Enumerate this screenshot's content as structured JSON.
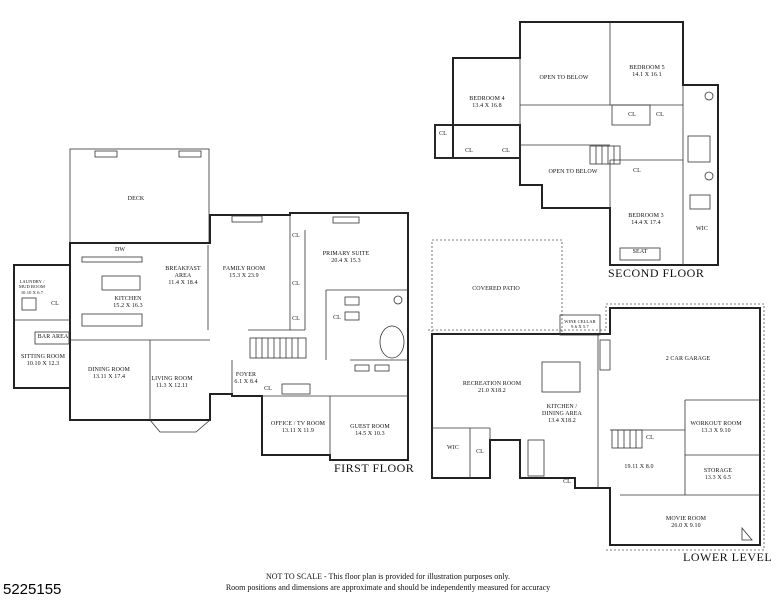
{
  "floors": {
    "first": "FIRST FLOOR",
    "second": "SECOND FLOOR",
    "lower": "LOWER LEVEL"
  },
  "rooms": {
    "deck": {
      "name": "DECK",
      "dim": ""
    },
    "laundry": {
      "name": "LAUNDRY / MUD ROOM",
      "dim": "10.10 X 6.7"
    },
    "bar_area": {
      "name": "BAR AREA",
      "dim": ""
    },
    "sitting": {
      "name": "SITTING ROOM",
      "dim": "10.10 X 12.3"
    },
    "kitchen": {
      "name": "KITCHEN",
      "dim": "15.2 X 16.3"
    },
    "breakfast": {
      "name": "BREAKFAST AREA",
      "dim": "11.4 X 18.4"
    },
    "family": {
      "name": "FAMILY ROOM",
      "dim": "15.3 X 23.9"
    },
    "dining": {
      "name": "DINING ROOM",
      "dim": "13.11 X 17.4"
    },
    "living": {
      "name": "LIVING ROOM",
      "dim": "11.3 X 12.11"
    },
    "foyer": {
      "name": "FOYER",
      "dim": "6.1 X 8.4"
    },
    "primary": {
      "name": "PRIMARY SUITE",
      "dim": "20.4 X 15.3"
    },
    "office": {
      "name": "OFFICE / TV ROOM",
      "dim": "13.11 X 11.9"
    },
    "guest": {
      "name": "GUEST ROOM",
      "dim": "14.5 X 10.3"
    },
    "bedroom4": {
      "name": "BEDROOM 4",
      "dim": "13.4 X 16.8"
    },
    "open_below_1": {
      "name": "OPEN TO BELOW",
      "dim": ""
    },
    "bedroom5": {
      "name": "BEDROOM 5",
      "dim": "14.1 X 16.1"
    },
    "open_below_2": {
      "name": "OPEN TO BELOW",
      "dim": ""
    },
    "bedroom3": {
      "name": "BEDROOM 3",
      "dim": "14.4 X 17.4"
    },
    "seat": {
      "name": "SEAT",
      "dim": ""
    },
    "covered_patio": {
      "name": "COVERED PATIO",
      "dim": ""
    },
    "recreation": {
      "name": "RECREATION ROOM",
      "dim": "21.0 X18.2"
    },
    "wine_cellar": {
      "name": "WINE CELLAR",
      "dim": "9.6 X 5.7"
    },
    "lower_kitchen": {
      "name": "KITCHEN / DINING AREA",
      "dim": "13.4 X18.2"
    },
    "garage": {
      "name": "2 CAR GARAGE",
      "dim": ""
    },
    "workout": {
      "name": "WORKOUT ROOM",
      "dim": "13.3 X 9.10"
    },
    "unnamed": {
      "name": "",
      "dim": "19.11 X 8.0"
    },
    "storage": {
      "name": "STORAGE",
      "dim": "13.3 X 6.5"
    },
    "movie": {
      "name": "MOVIE ROOM",
      "dim": "26.0 X 9.10"
    },
    "wic_lower": {
      "name": "WIC",
      "dim": ""
    },
    "wic_upper": {
      "name": "WIC",
      "dim": ""
    }
  },
  "labels": {
    "cl": "CL",
    "dw": "DW"
  },
  "footer": {
    "listing_id": "5225155",
    "disclaimer_1": "NOT TO SCALE - This floor plan is provided for illustration purposes only.",
    "disclaimer_2": "Room positions and dimensions are approximate and should be independently measured for accuracy"
  }
}
